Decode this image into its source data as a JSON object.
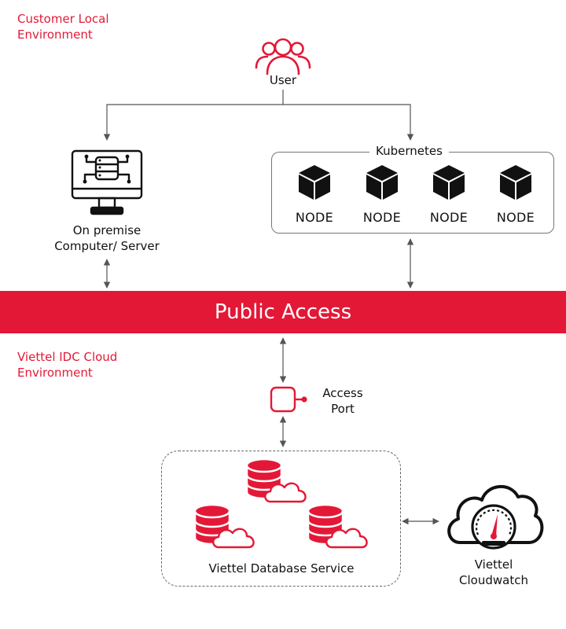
{
  "environments": {
    "customer": [
      "Customer Local",
      "Environment"
    ],
    "cloud": [
      "Viettel IDC Cloud",
      "Environment"
    ]
  },
  "user": {
    "label": "User",
    "icon": "users-icon"
  },
  "on_premise": {
    "label_lines": [
      "On premise",
      "Computer/ Server"
    ],
    "icon": "server-monitor-icon"
  },
  "kubernetes": {
    "title": "Kubernetes",
    "nodes": [
      {
        "label": "NODE",
        "icon": "cube-icon"
      },
      {
        "label": "NODE",
        "icon": "cube-icon"
      },
      {
        "label": "NODE",
        "icon": "cube-icon"
      },
      {
        "label": "NODE",
        "icon": "cube-icon"
      }
    ]
  },
  "public_access": {
    "label": "Public Access"
  },
  "access_port": {
    "label_lines": [
      "Access",
      "Port"
    ],
    "icon": "port-icon"
  },
  "database_service": {
    "label": "Viettel Database Service",
    "icon": "cloud-database-icon"
  },
  "cloudwatch": {
    "label_lines": [
      "Viettel",
      "Cloudwatch"
    ],
    "icon": "cloud-gauge-icon"
  },
  "colors": {
    "accent": "#e31837",
    "line": "#555555",
    "text": "#111111"
  }
}
